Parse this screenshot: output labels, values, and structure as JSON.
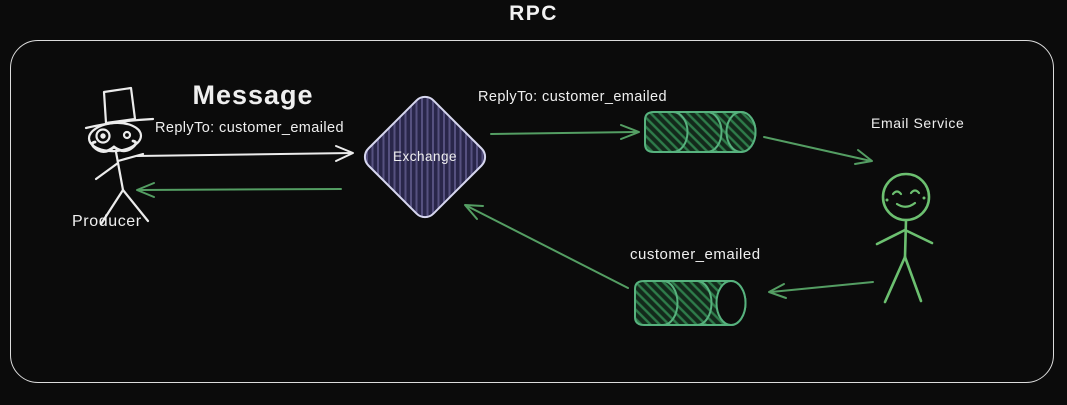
{
  "title": "RPC",
  "labels": {
    "producer": "Producer",
    "message_heading": "Message",
    "message_reply_to": "ReplyTo: customer_emailed",
    "exchange": "Exchange",
    "request_queue_caption": "ReplyTo: customer_emailed",
    "email_service": "Email Service",
    "reply_queue_caption": "customer_emailed"
  },
  "colors": {
    "background": "#0b0b0b",
    "container_border": "#dcdcdc",
    "white_ink": "#ececec",
    "green_arrow": "#549e63",
    "queue_outline": "#57b27e",
    "queue_fill_base": "#13291b",
    "queue_hatch": "#2e7c4a",
    "figure_green": "#6cc070",
    "diamond_border": "#d7d7ef",
    "diamond_fill": "#29264a",
    "diamond_hatch": "#565180"
  }
}
